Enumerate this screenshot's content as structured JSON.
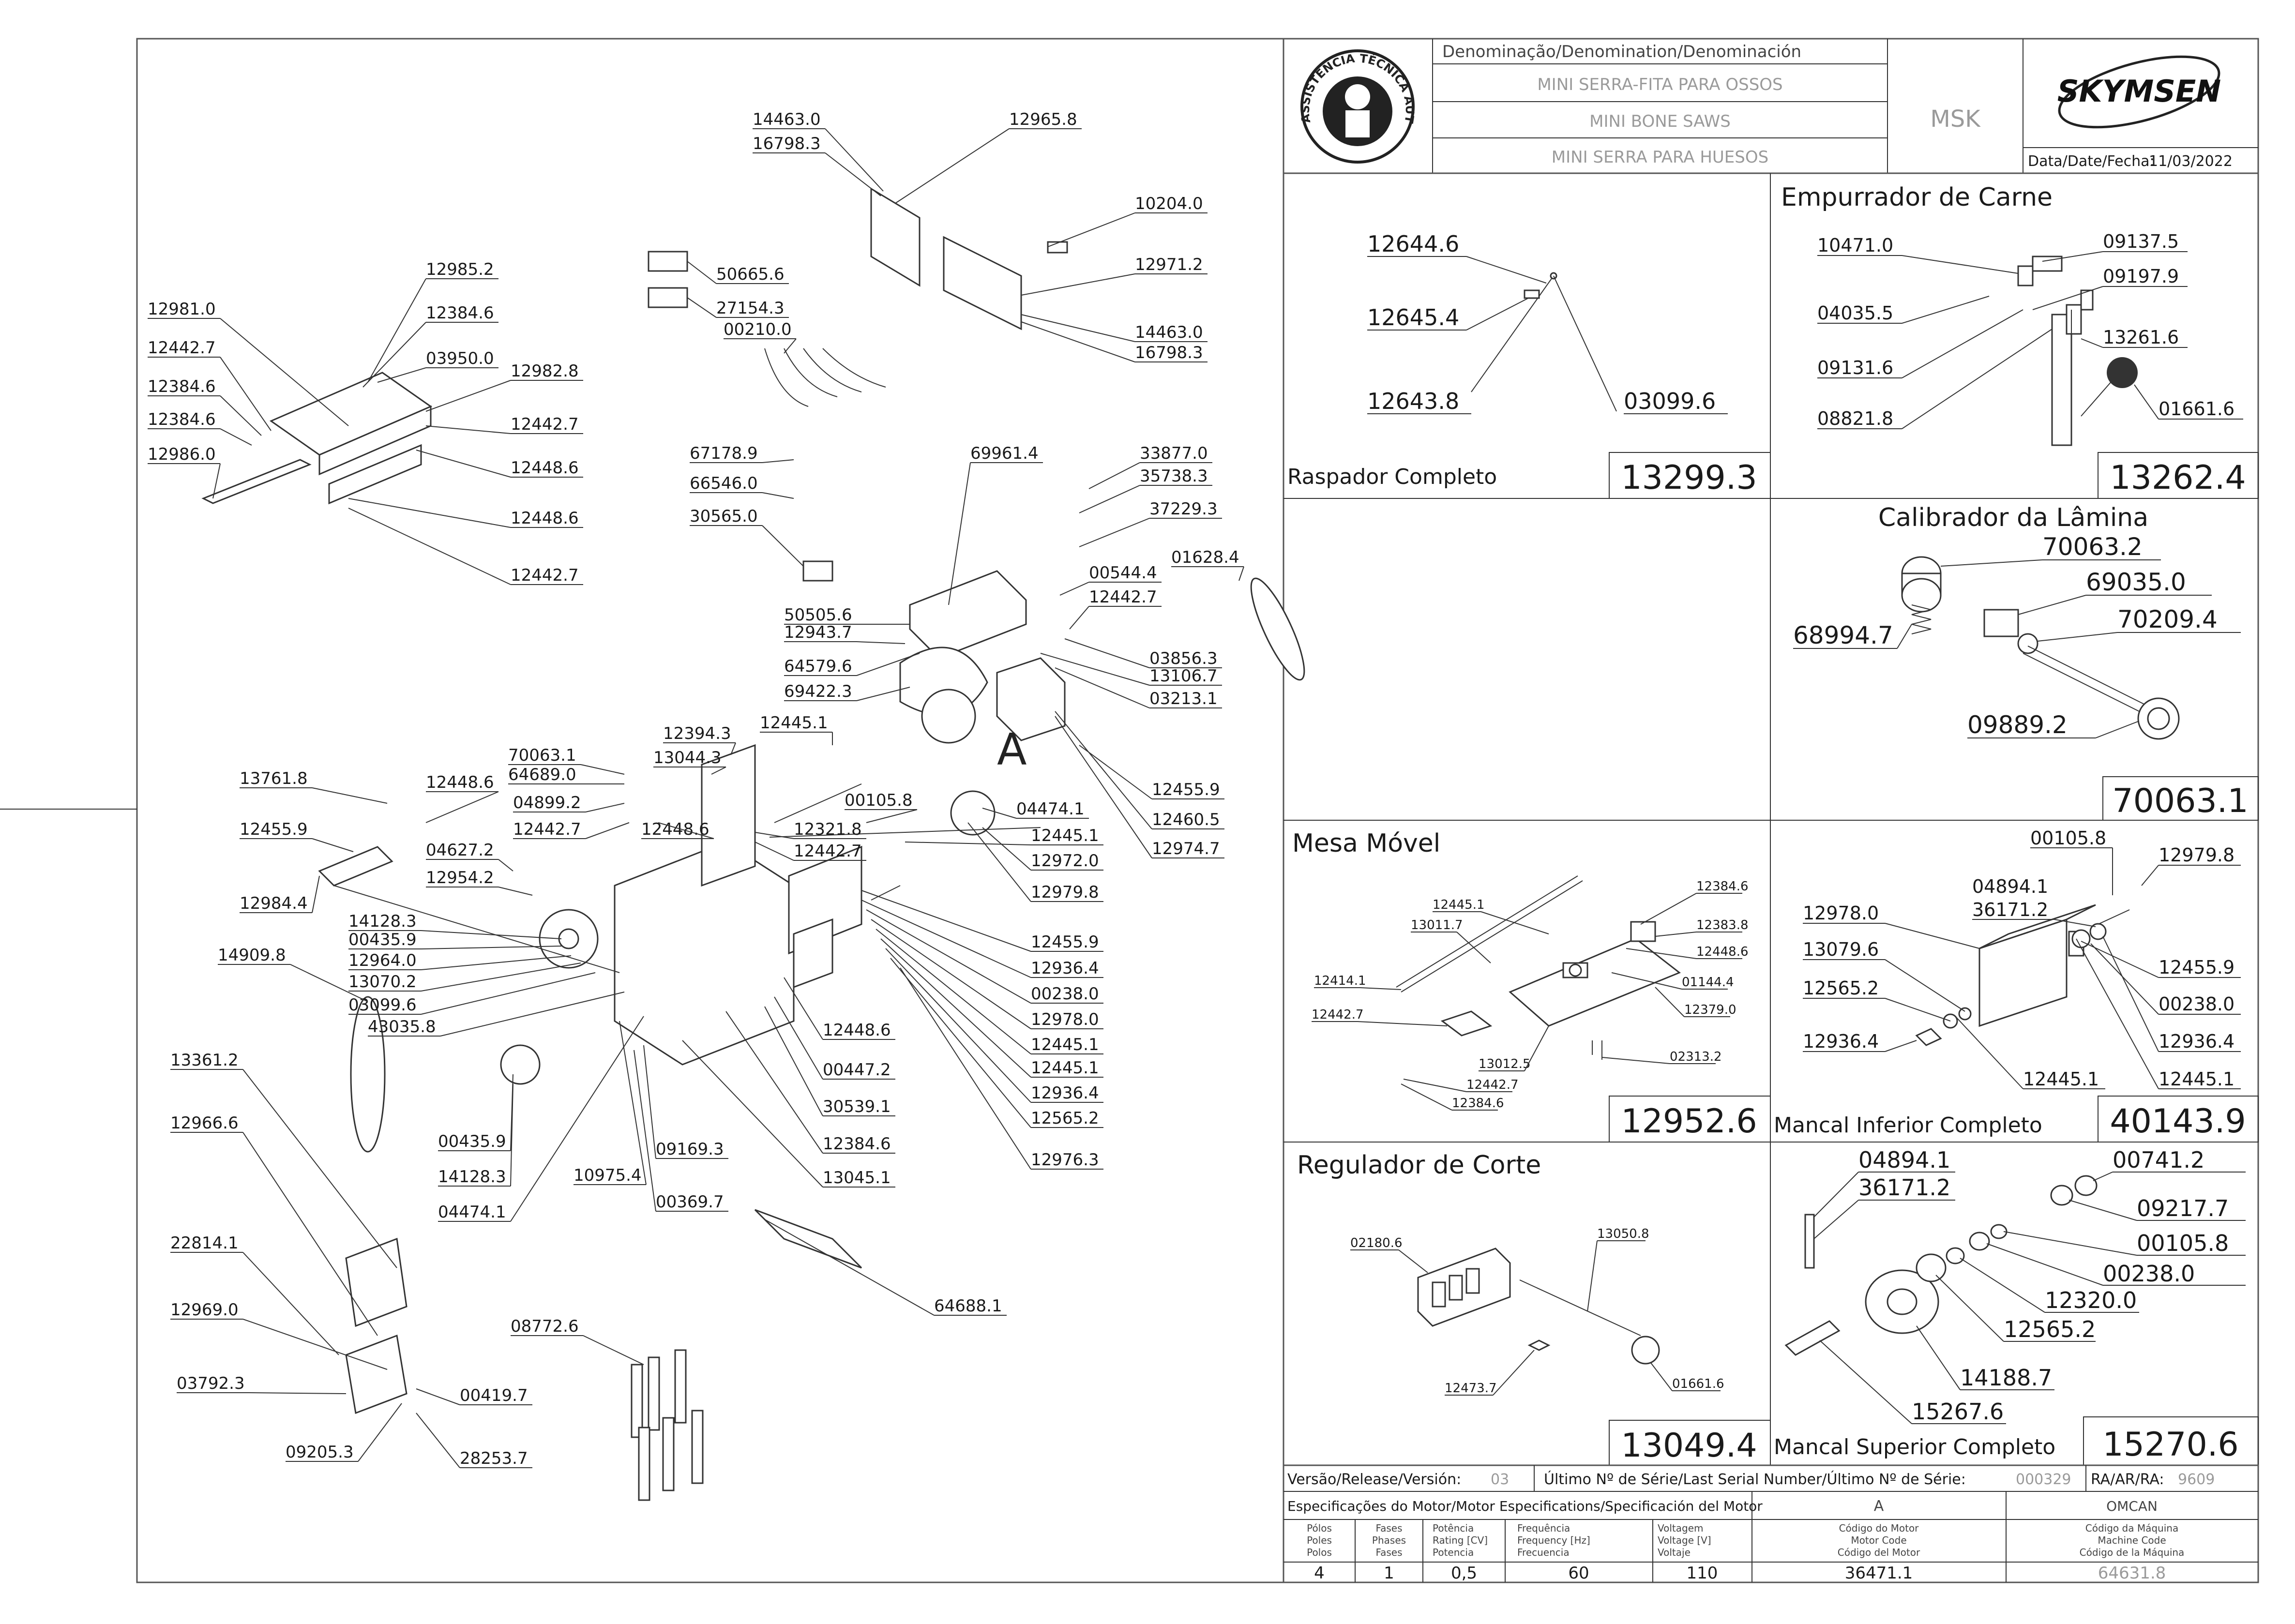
{
  "header": {
    "denomination_label": "Denominação/Denomination/Denominación",
    "names": [
      "MINI SERRA-FITA PARA OSSOS",
      "MINI BONE SAWS",
      "MINI SERRA PARA HUESOS"
    ],
    "model": "MSK",
    "brand": "SKYMSEN",
    "seal_text": "ASSISTÊNCIA TÉCNICA AUTORIZADA",
    "date_label": "Data/Date/Fecha:",
    "date": "11/03/2022"
  },
  "main_labels": [
    "14463.0",
    "16798.3",
    "12965.8",
    "10204.0",
    "12971.2",
    "14463.0",
    "16798.3",
    "50665.6",
    "27154.3",
    "00210.0",
    "12985.2",
    "12981.0",
    "12384.6",
    "03950.0",
    "12442.7",
    "12982.8",
    "12384.6",
    "12384.6",
    "12442.7",
    "12986.0",
    "12448.6",
    "12448.6",
    "12442.7",
    "67178.9",
    "66546.0",
    "30565.0",
    "69961.4",
    "33877.0",
    "35738.3",
    "37229.3",
    "00544.4",
    "12442.7",
    "01628.4",
    "50505.6",
    "12943.7",
    "64579.6",
    "03856.3",
    "13106.7",
    "69422.3",
    "03213.1",
    "12394.3",
    "12445.1",
    "13044.3",
    "70063.1",
    "64689.0",
    "04899.2",
    "12442.7",
    "12448.6",
    "12321.8",
    "12442.7",
    "00105.8",
    "04474.1",
    "12445.1",
    "12972.0",
    "12979.8",
    "12455.9",
    "12460.5",
    "12974.7",
    "13761.8",
    "12448.6",
    "12455.9",
    "04627.2",
    "12954.2",
    "12984.4",
    "14128.3",
    "00435.9",
    "12964.0",
    "13070.2",
    "03099.6",
    "43035.8",
    "14909.8",
    "12455.9",
    "12936.4",
    "00238.0",
    "12978.0",
    "12445.1",
    "12445.1",
    "12936.4",
    "12565.2",
    "12976.3",
    "12448.6",
    "00447.2",
    "30539.1",
    "12384.6",
    "13045.1",
    "13361.2",
    "12966.6",
    "00435.9",
    "14128.3",
    "10975.4",
    "09169.3",
    "04474.1",
    "00369.7",
    "64688.1",
    "22814.1",
    "12969.0",
    "03792.3",
    "00419.7",
    "09205.3",
    "28253.7",
    "08772.6"
  ],
  "view_letter": "A",
  "panels": {
    "raspador": {
      "title": "Raspador Completo",
      "code": "13299.3",
      "labels": [
        "12644.6",
        "12645.4",
        "12643.8",
        "03099.6"
      ]
    },
    "empurrador": {
      "title": "Empurrador de Carne",
      "code": "13262.4",
      "labels": [
        "10471.0",
        "09137.5",
        "09197.9",
        "04035.5",
        "13261.6",
        "09131.6",
        "08821.8",
        "01661.6"
      ]
    },
    "calibrador": {
      "title": "Calibrador da Lâmina",
      "code": "70063.1",
      "labels": [
        "70063.2",
        "69035.0",
        "68994.7",
        "70209.4",
        "09889.2"
      ]
    },
    "mesa": {
      "title": "Mesa Móvel",
      "code": "12952.6",
      "labels": [
        "12445.1",
        "13011.7",
        "12384.6",
        "12383.8",
        "12448.6",
        "12414.1",
        "01144.4",
        "12379.0",
        "12442.7",
        "13012.5",
        "02313.2",
        "12442.7",
        "12384.6"
      ]
    },
    "mancal_inf": {
      "title": "Mancal Inferior Completo",
      "code": "40143.9",
      "labels": [
        "00105.8",
        "12979.8",
        "04894.1",
        "36171.2",
        "12978.0",
        "13079.6",
        "12455.9",
        "12565.2",
        "00238.0",
        "12936.4",
        "12936.4",
        "12445.1",
        "12445.1"
      ]
    },
    "regulador": {
      "title": "Regulador de Corte",
      "code": "13049.4",
      "labels": [
        "02180.6",
        "13050.8",
        "12473.7",
        "01661.6"
      ]
    },
    "mancal_sup": {
      "title": "Mancal Superior Completo",
      "code": "15270.6",
      "labels": [
        "04894.1",
        "00741.2",
        "36171.2",
        "09217.7",
        "00105.8",
        "00238.0",
        "12320.0",
        "12565.2",
        "14188.7",
        "15267.6"
      ]
    }
  },
  "footer": {
    "version_label": "Versão/Release/Versión:",
    "version": "03",
    "serial_label": "Último Nº de Série/Last Serial Number/Último Nº de Série:",
    "serial": "000329",
    "ra_label": "RA/AR/RA:",
    "ra": "9609",
    "motor_spec_label": "Especificações do Motor/Motor Especifications/Specificación del Motor",
    "col_a": "A",
    "col_omcan": "OMCAN",
    "cols": [
      [
        "Pólos",
        "Poles",
        "Polos"
      ],
      [
        "Fases",
        "Phases",
        "Fases"
      ],
      [
        "Potência",
        "Rating [CV]",
        "Potencia"
      ],
      [
        "Frequência",
        "Frequency [Hz]",
        "Frecuencia"
      ],
      [
        "Voltagem",
        "Voltage [V]",
        "Voltaje"
      ],
      [
        "Código do Motor",
        "Motor Code",
        "Código del Motor"
      ],
      [
        "Código da Máquina",
        "Machine Code",
        "Código de la Máquina"
      ]
    ],
    "values": [
      "4",
      "1",
      "0,5",
      "60",
      "110",
      "36471.1",
      "64631.8"
    ]
  },
  "colors": {
    "line": "#333333",
    "text": "#1a1a1a",
    "grey": "#9a9a9a"
  }
}
